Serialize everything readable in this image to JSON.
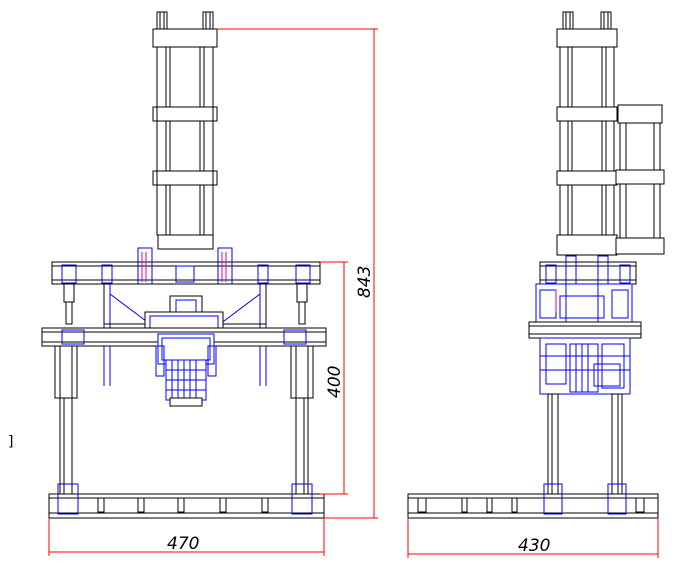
{
  "dimensions": {
    "front_width": "470",
    "side_width": "430",
    "overall_height": "843",
    "table_height": "400"
  },
  "margin_mark": "]",
  "colors": {
    "outline": "#000000",
    "detail": "#0000ff",
    "accent": "#cc00cc",
    "dimension": "#ff0000"
  }
}
